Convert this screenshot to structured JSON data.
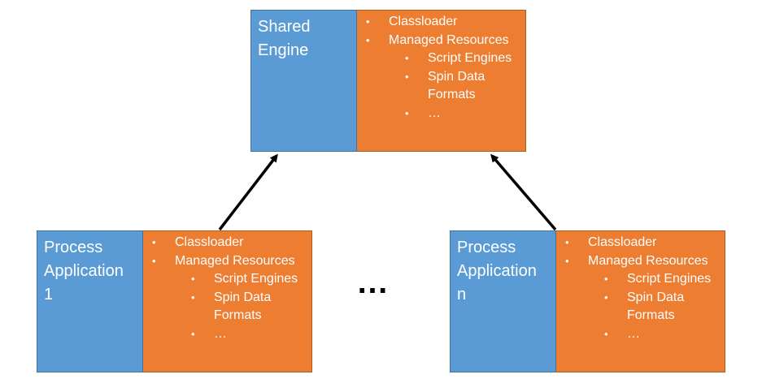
{
  "shared_engine": {
    "title": "Shared\nEngine",
    "items": [
      "Classloader",
      "Managed Resources"
    ],
    "sub_items": [
      "Script Engines",
      "Spin Data Formats",
      "…"
    ]
  },
  "process_application_1": {
    "title": "Process\nApplication\n1",
    "items": [
      "Classloader",
      "Managed Resources"
    ],
    "sub_items": [
      "Script Engines",
      "Spin Data Formats",
      "…"
    ]
  },
  "process_application_n": {
    "title": "Process\nApplication\nn",
    "items": [
      "Classloader",
      "Managed Resources"
    ],
    "sub_items": [
      "Script Engines",
      "Spin Data Formats",
      "…"
    ]
  },
  "ellipsis": "…",
  "colors": {
    "title_fill": "#5b9bd5",
    "resources_fill": "#ed7d31",
    "arrow": "#000000"
  }
}
